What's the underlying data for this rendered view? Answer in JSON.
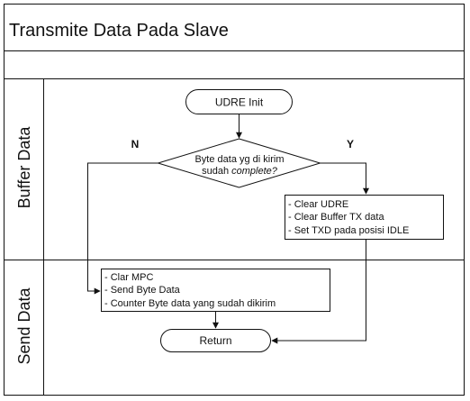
{
  "diagram": {
    "title": "Transmite Data Pada Slave",
    "lanes": [
      {
        "label": "Buffer Data"
      },
      {
        "label": "Send Data"
      }
    ],
    "nodes": {
      "start": "UDRE Init",
      "decision_line1": "Byte data yg di kirim",
      "decision_line2_plain": "sudah ",
      "decision_line2_italic": "complete?",
      "branch_no": "N",
      "branch_yes": "Y",
      "buffer_process": [
        "- Clear  UDRE",
        "- Clear  Buffer  TX  data",
        "- Set TXD  pada  posisi  IDLE"
      ],
      "send_process": [
        "- Clar  MPC",
        "- Send  Byte  Data",
        "- Counter Byte  data  yang  sudah  dikirim"
      ],
      "end": "Return"
    }
  }
}
